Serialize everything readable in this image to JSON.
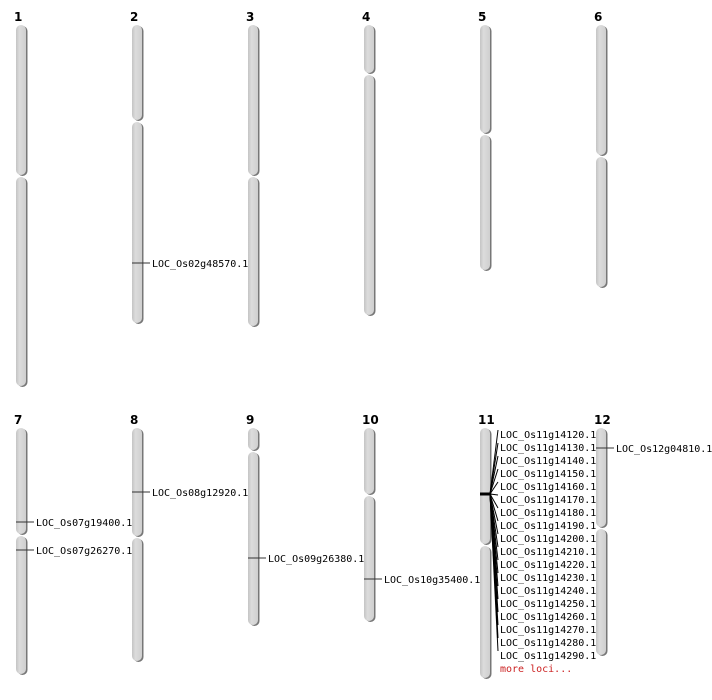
{
  "chromosomes": [
    {
      "label": "1",
      "loci": []
    },
    {
      "label": "2",
      "loci": [
        "LOC_Os02g48570.1"
      ]
    },
    {
      "label": "3",
      "loci": []
    },
    {
      "label": "4",
      "loci": []
    },
    {
      "label": "5",
      "loci": []
    },
    {
      "label": "6",
      "loci": []
    },
    {
      "label": "7",
      "loci": [
        "LOC_Os07g19400.1",
        "LOC_Os07g26270.1"
      ]
    },
    {
      "label": "8",
      "loci": [
        "LOC_Os08g12920.1"
      ]
    },
    {
      "label": "9",
      "loci": [
        "LOC_Os09g26380.1"
      ]
    },
    {
      "label": "10",
      "loci": [
        "LOC_Os10g35400.1"
      ]
    },
    {
      "label": "11",
      "loci": [
        "LOC_Os11g14120.1",
        "LOC_Os11g14130.1",
        "LOC_Os11g14140.1",
        "LOC_Os11g14150.1",
        "LOC_Os11g14160.1",
        "LOC_Os11g14170.1",
        "LOC_Os11g14180.1",
        "LOC_Os11g14190.1",
        "LOC_Os11g14200.1",
        "LOC_Os11g14210.1",
        "LOC_Os11g14220.1",
        "LOC_Os11g14230.1",
        "LOC_Os11g14240.1",
        "LOC_Os11g14250.1",
        "LOC_Os11g14260.1",
        "LOC_Os11g14270.1",
        "LOC_Os11g14280.1",
        "LOC_Os11g14290.1"
      ],
      "more_label": "more loci..."
    },
    {
      "label": "12",
      "loci": [
        "LOC_Os12g04810.1"
      ]
    }
  ],
  "colors": {
    "chromosome": "#d4d4d4",
    "shadow": "#777777",
    "more_link": "#cc2222"
  }
}
